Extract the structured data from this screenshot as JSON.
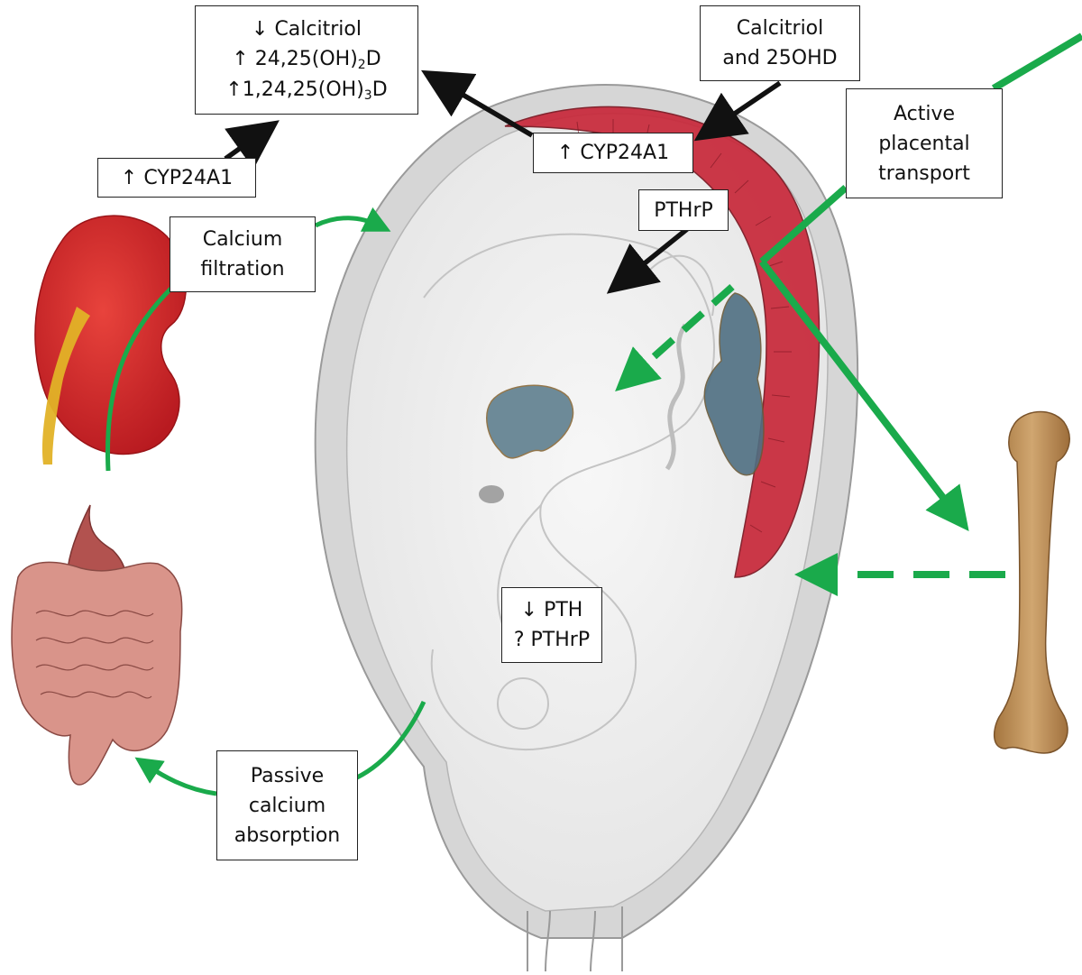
{
  "labels": {
    "calcitriol_box": {
      "line1": "↓ Calcitriol",
      "line2_pre": "↑ 24,25(OH)",
      "line2_sub": "2",
      "line2_post": "D",
      "line3_pre": "↑1,24,25(OH)",
      "line3_sub": "3",
      "line3_post": "D"
    },
    "calcitriol_25ohd": [
      "Calcitriol",
      "and 25OHD"
    ],
    "cyp24a1_kidney": "↑ CYP24A1",
    "cyp24a1_placenta": "↑ CYP24A1",
    "active_transport": [
      "Active",
      "placental",
      "transport"
    ],
    "pthrp": "PTHrP",
    "calcium_filtration": [
      "Calcium",
      "filtration"
    ],
    "pth_box": [
      "↓ PTH",
      "? PTHrP"
    ],
    "passive_absorption": [
      "Passive",
      "calcium",
      "absorption"
    ]
  },
  "colors": {
    "green_arrow": "#1aaa4b",
    "black_arrow": "#111111",
    "kidney": "#d9252b",
    "placenta": "#c8283a",
    "bone": "#b98a55",
    "uterus_wall": "#cfcfcf"
  },
  "icons": [
    "kidney-illustration",
    "intestine-illustration",
    "bone-illustration",
    "uterus-fetus-illustration"
  ]
}
